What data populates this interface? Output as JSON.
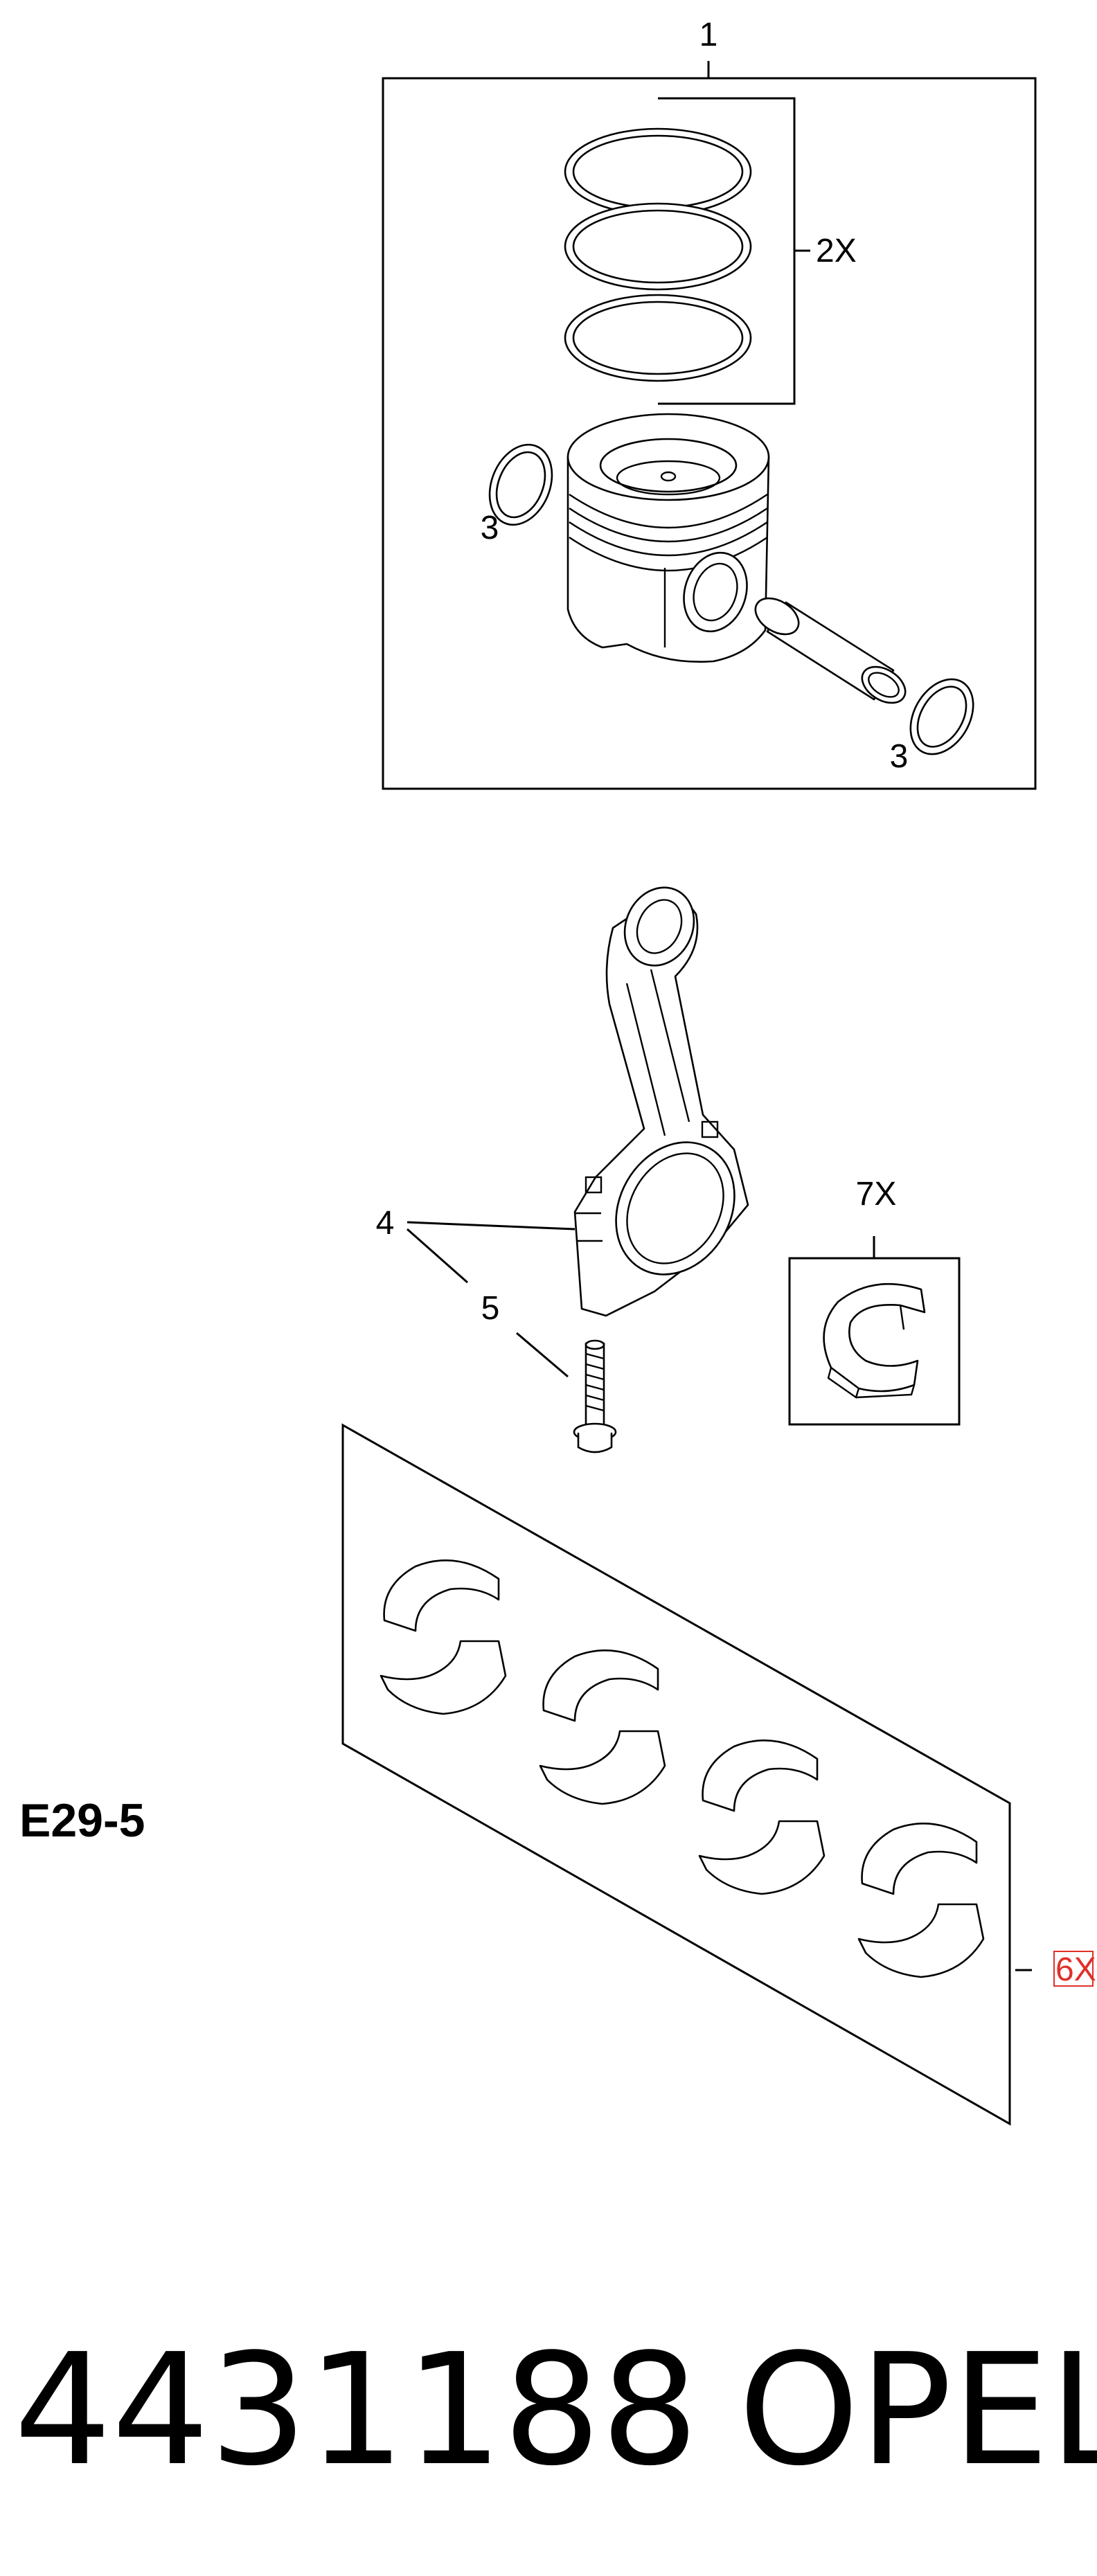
{
  "diagram": {
    "callouts": {
      "c1": "1",
      "c2": "2X",
      "c3a": "3",
      "c3b": "3",
      "c4": "4",
      "c5": "5",
      "c6": "6X",
      "c7": "7X"
    },
    "highlight_color": "#e0302a"
  },
  "diagram_code": "E29-5",
  "part_number": "4431188",
  "brand": "OPEL"
}
